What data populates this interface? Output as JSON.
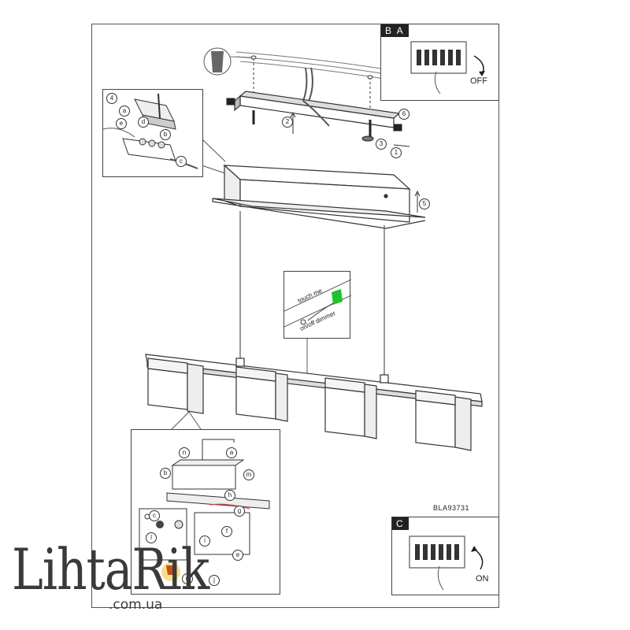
{
  "panel_top": {
    "tag": "B A",
    "off_label": "OFF"
  },
  "panel_bottom": {
    "tag": "C",
    "on_label": "ON"
  },
  "model_code": "BLA93731",
  "switch_label": {
    "line1": "touch me",
    "line2": "on/off dimmer"
  },
  "steps": {
    "s1": "1",
    "s2": "2",
    "s3": "3",
    "s4": "4",
    "s5": "5",
    "s6": "6"
  },
  "letters": {
    "a": "a",
    "b": "b",
    "c": "c",
    "d": "d",
    "e": "e",
    "f": "f",
    "g": "g",
    "h": "h",
    "i": "i",
    "j": "j",
    "l": "l",
    "m": "m",
    "n": "n"
  },
  "watermark": {
    "brand": "LihtaRik",
    "domain": ".com.ua"
  },
  "colors": {
    "switch_green": "#22c22c",
    "highlight": "#f5c842"
  }
}
